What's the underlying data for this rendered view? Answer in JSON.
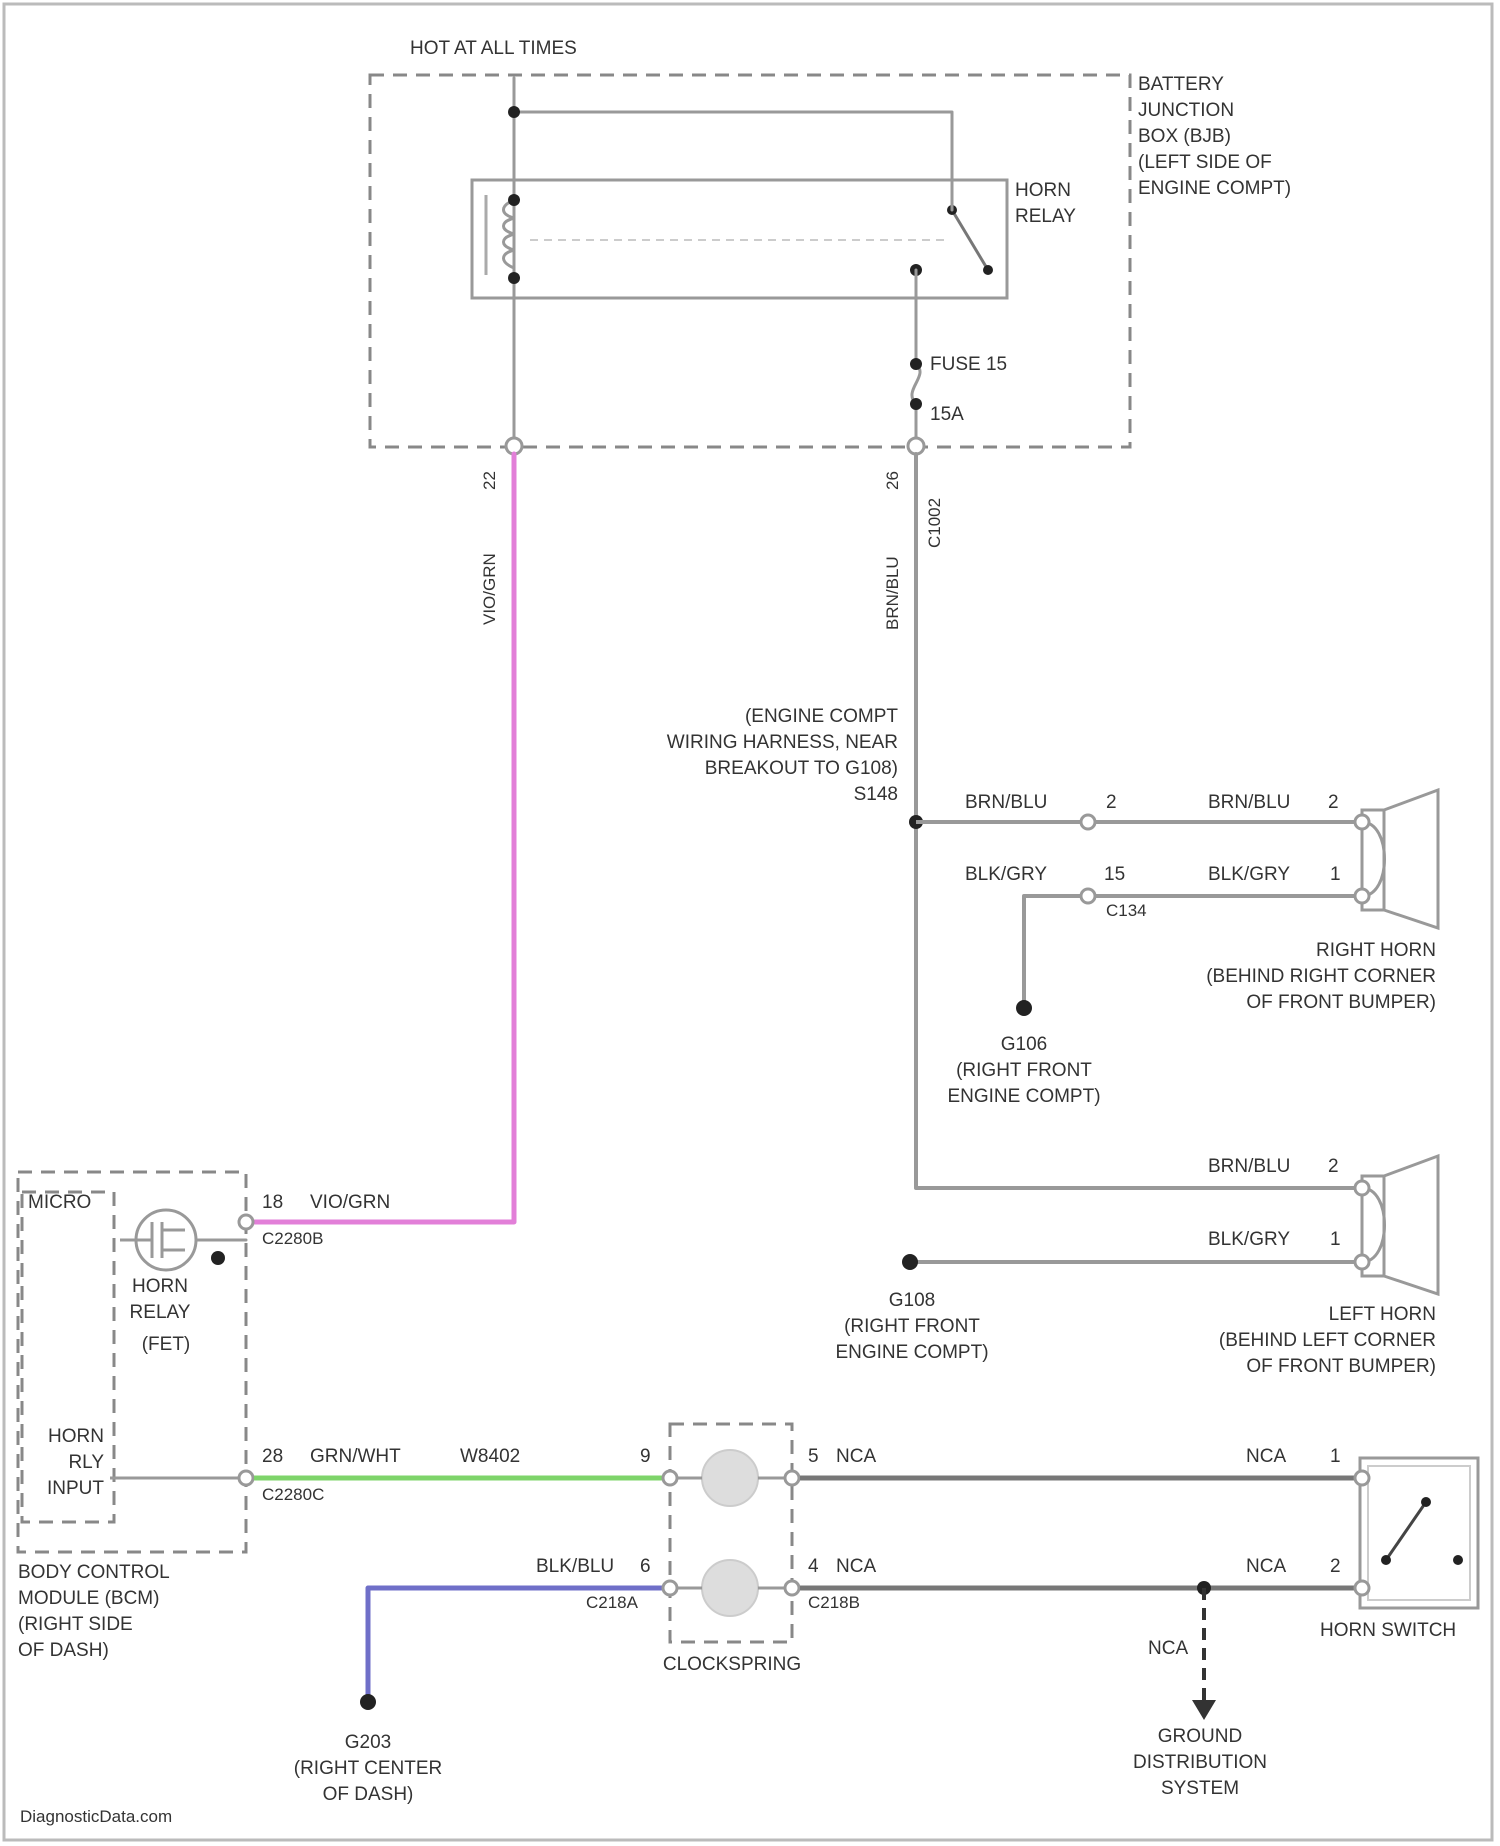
{
  "source_note": "DiagnosticData.com",
  "colors": {
    "vio_grn": "#e27fd8",
    "grn_wht": "#7ed46a",
    "blk_blu": "#6f6fc8",
    "main": "#999999",
    "dark": "#777777"
  },
  "labels": {
    "hot_at_all_times": "HOT AT ALL TIMES",
    "bjb": [
      "BATTERY",
      "JUNCTION",
      "BOX (BJB)",
      "(LEFT SIDE OF",
      "ENGINE COMPT)"
    ],
    "horn_relay": [
      "HORN",
      "RELAY"
    ],
    "fuse": "FUSE 15",
    "fuse_amp": "15A",
    "pin_22": "22",
    "pin_26": "26",
    "wire_vio_grn_vert": "VIO/GRN",
    "wire_brn_blu_vert": "BRN/BLU",
    "c1002": "C1002",
    "splice": [
      "(ENGINE COMPT",
      "WIRING HARNESS, NEAR",
      "BREAKOUT TO G108)",
      "S148"
    ],
    "wire_brn_blu": "BRN/BLU",
    "wire_blk_gry": "BLK/GRY",
    "pin_2": "2",
    "pin_15": "15",
    "pin_1": "1",
    "c134": "C134",
    "right_horn": [
      "RIGHT HORN",
      "(BEHIND RIGHT CORNER",
      "OF FRONT BUMPER)"
    ],
    "g106": [
      "G106",
      "(RIGHT FRONT",
      "ENGINE COMPT)"
    ],
    "left_horn": [
      "LEFT HORN",
      "(BEHIND LEFT CORNER",
      "OF FRONT BUMPER)"
    ],
    "g108": [
      "G108",
      "(RIGHT FRONT",
      "ENGINE COMPT)"
    ],
    "micro": "MICRO",
    "bcm_relay": [
      "HORN",
      "RELAY",
      "(FET)"
    ],
    "pin_18": "18",
    "wire_vio_grn": "VIO/GRN",
    "c2280b": "C2280B",
    "horn_rly_input": [
      "HORN",
      "RLY",
      "INPUT"
    ],
    "pin_28": "28",
    "wire_grn_wht": "GRN/WHT",
    "splice_9": "W8402",
    "c2280c": "C2280C",
    "bcm": [
      "BODY CONTROL",
      "MODULE (BCM)",
      "(RIGHT SIDE",
      "OF DASH)"
    ],
    "pin_9": "9",
    "pin_5": "5",
    "nca": "NCA",
    "wire_blk_blu": "BLK/BLU",
    "pin_6": "6",
    "c218a": "C218A",
    "pin_4": "4",
    "c218b": "C218B",
    "clockspring": "CLOCKSPRING",
    "g203": [
      "G203",
      "(RIGHT CENTER",
      "OF DASH)"
    ],
    "horn_switch": "HORN SWITCH",
    "ground_dist": [
      "GROUND",
      "DISTRIBUTION",
      "SYSTEM"
    ]
  }
}
